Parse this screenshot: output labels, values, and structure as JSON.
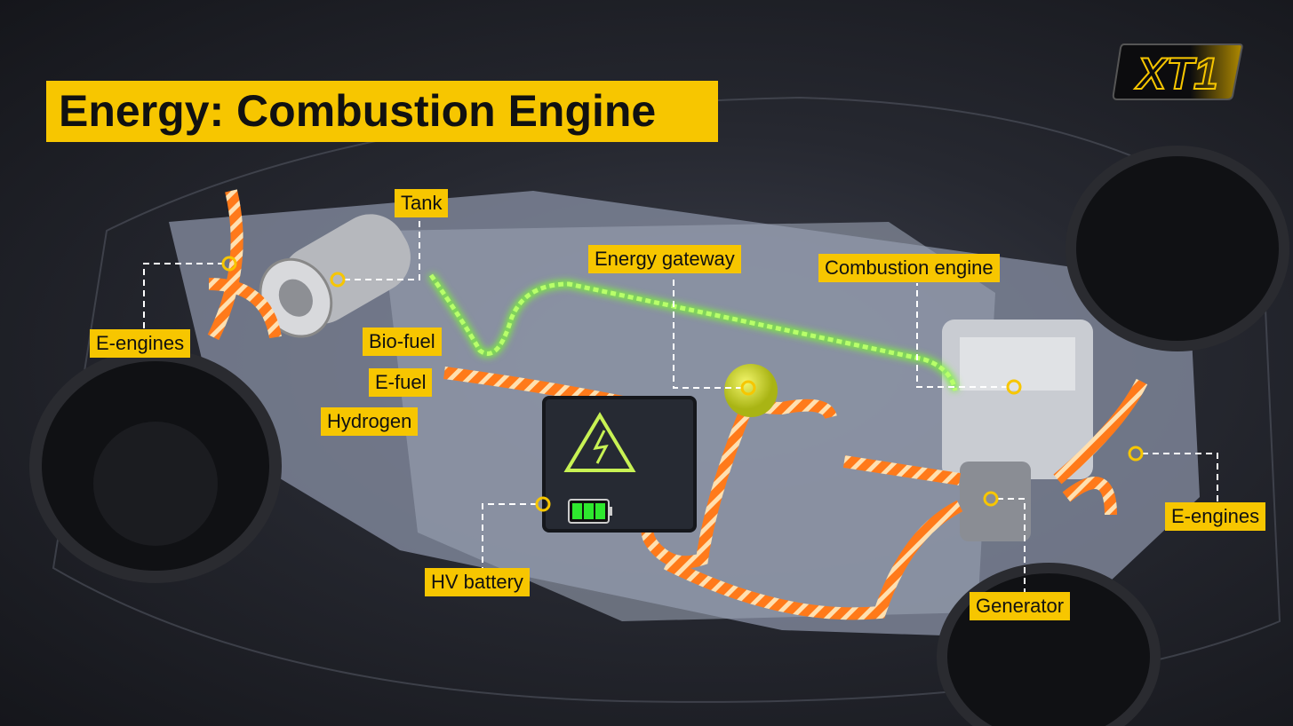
{
  "title": "Energy: Combustion Engine",
  "logo_text": "XT1",
  "labels": {
    "tank": "Tank",
    "energy_gateway": "Energy gateway",
    "combustion_engine": "Combustion engine",
    "e_engines_front": "E-engines",
    "bio_fuel": "Bio-fuel",
    "e_fuel": "E-fuel",
    "hydrogen": "Hydrogen",
    "hv_battery": "HV battery",
    "generator": "Generator",
    "e_engines_rear": "E-engines"
  },
  "colors": {
    "accent": "#f7c600",
    "fuel_line": "#ff7a1a",
    "gateway_line": "#7cf23a",
    "battery_level": "#2ee82e"
  },
  "battery_level_bars": 3
}
